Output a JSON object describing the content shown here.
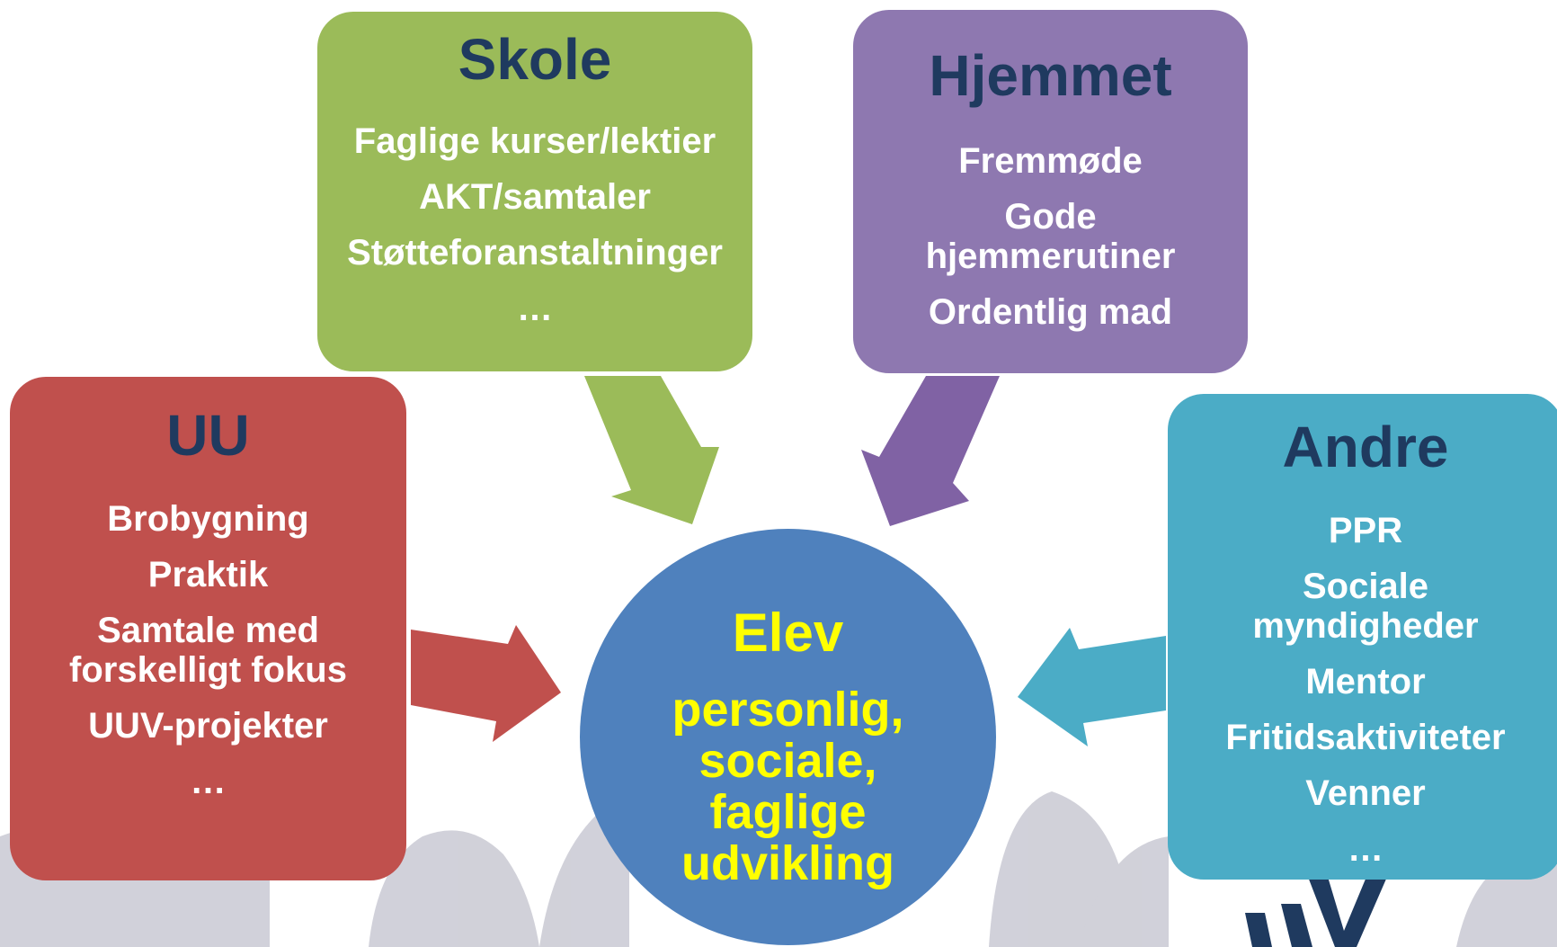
{
  "colors": {
    "skole": "#9bbb59",
    "hjemmet": "#8e78b0",
    "uu": "#c0504d",
    "andre": "#4bacc6",
    "elev": "#4f81bd",
    "title_text": "#1f3a5f",
    "elev_text": "#ffff00"
  },
  "skole": {
    "title": "Skole",
    "items": [
      "Faglige kurser/lektier",
      "AKT/samtaler",
      "Støtteforanstaltninger",
      "…"
    ]
  },
  "hjemmet": {
    "title": "Hjemmet",
    "items": [
      "Fremmøde",
      "Gode hjemmerutiner",
      "Ordentlig mad"
    ]
  },
  "uu": {
    "title": "UU",
    "items": [
      "Brobygning",
      "Praktik",
      "Samtale med forskelligt fokus",
      "UUV-projekter",
      "…"
    ]
  },
  "andre": {
    "title": "Andre",
    "items": [
      "PPR",
      "Sociale myndigheder",
      "Mentor",
      "Fritidsaktiviteter",
      "Venner",
      "…"
    ]
  },
  "elev": {
    "title": "Elev",
    "lines": [
      "personlig,",
      "sociale,",
      "faglige",
      "udvikling"
    ]
  }
}
